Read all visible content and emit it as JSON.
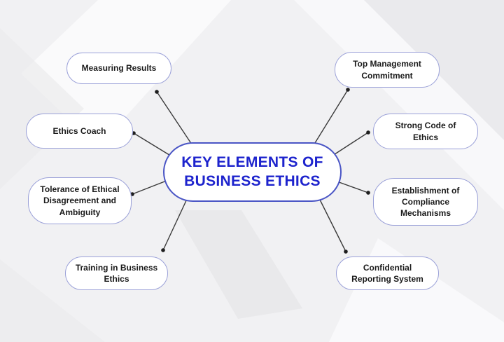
{
  "diagram": {
    "title": "KEY ELEMENTS OF BUSINESS ETHICS",
    "center": {
      "label": "KEY ELEMENTS OF\nBUSINESS ETHICS",
      "text_color": "#1d23cd",
      "border_color": "#4a55c5",
      "fill_color": "#ffffff"
    },
    "nodes": [
      {
        "id": "measuring-results",
        "label": "Measuring Results"
      },
      {
        "id": "ethics-coach",
        "label": "Ethics Coach"
      },
      {
        "id": "tolerance",
        "label": "Tolerance of Ethical\nDisagreement and\nAmbiguity"
      },
      {
        "id": "training",
        "label": "Training in Business\nEthics"
      },
      {
        "id": "top-management",
        "label": "Top Management\nCommitment"
      },
      {
        "id": "strong-code",
        "label": "Strong Code of\nEthics"
      },
      {
        "id": "establishment",
        "label": "Establishment of\nCompliance\nMechanisms"
      },
      {
        "id": "confidential-reporting",
        "label": "Confidential\nReporting System"
      }
    ],
    "style": {
      "node_border_color": "#9aa0d8",
      "node_fill_color": "#ffffff",
      "node_text_color": "#1a1a1a",
      "connector_color": "#3a3a3a",
      "background_color": "#f1f1f3"
    }
  }
}
